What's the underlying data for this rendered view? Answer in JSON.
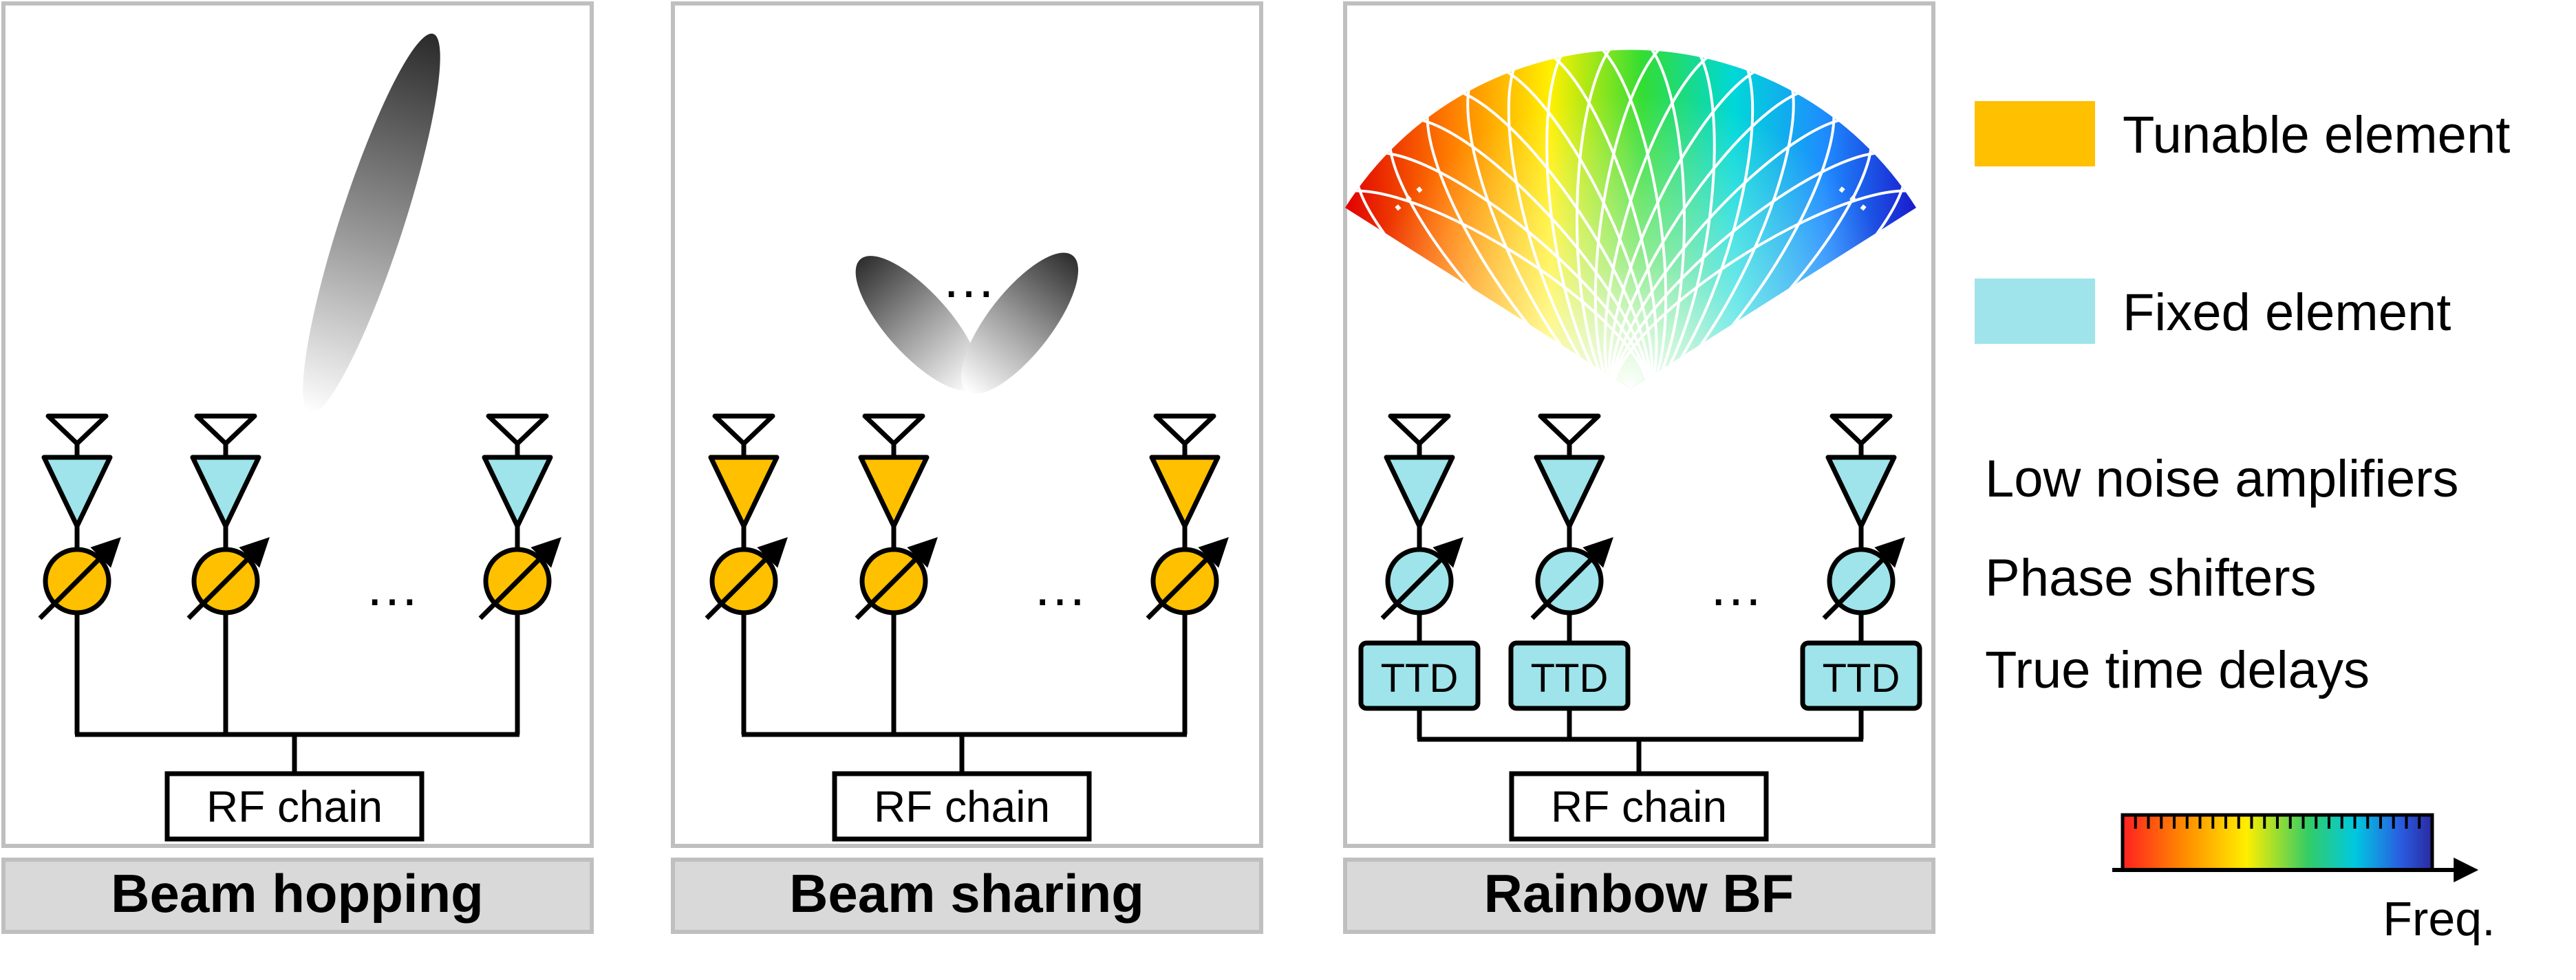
{
  "panels": [
    {
      "id": "hopping",
      "caption": "Beam hopping",
      "rf_label": "RF chain",
      "lna_type": "fixed",
      "ps_type": "tunable",
      "has_ttd": false,
      "beam": "single"
    },
    {
      "id": "sharing",
      "caption": "Beam sharing",
      "rf_label": "RF chain",
      "lna_type": "tunable",
      "ps_type": "tunable",
      "has_ttd": false,
      "beam": "dual"
    },
    {
      "id": "rainbow",
      "caption": "Rainbow BF",
      "rf_label": "RF chain",
      "lna_type": "fixed",
      "ps_type": "fixed",
      "has_ttd": true,
      "ttd_label": "TTD",
      "beam": "rainbow"
    }
  ],
  "ellipsis": "…",
  "legend": {
    "tunable_label": "Tunable element",
    "fixed_label": "Fixed element",
    "lna_label": "Low noise amplifiers",
    "ps_label": "Phase shifters",
    "ttd_label": "True time delays",
    "freq_label": "Freq."
  },
  "colors": {
    "tunable": "#FFC000",
    "fixed": "#9EE4EA",
    "panel_border": "#BFBFBF",
    "caption_bg": "#D9D9D9",
    "stroke": "#000000"
  }
}
